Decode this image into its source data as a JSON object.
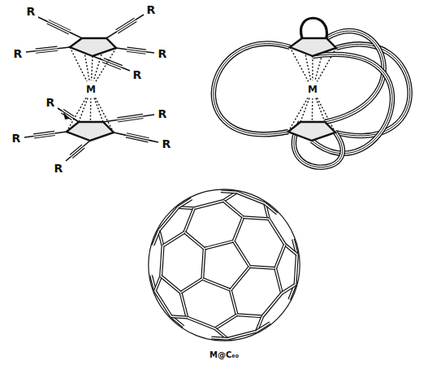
{
  "diagram": {
    "caption": "M@C₆₀",
    "labels": [
      "R",
      "R",
      "R",
      "R",
      "R",
      "M",
      "R",
      "R",
      "R",
      "R",
      "R",
      "M"
    ]
  }
}
